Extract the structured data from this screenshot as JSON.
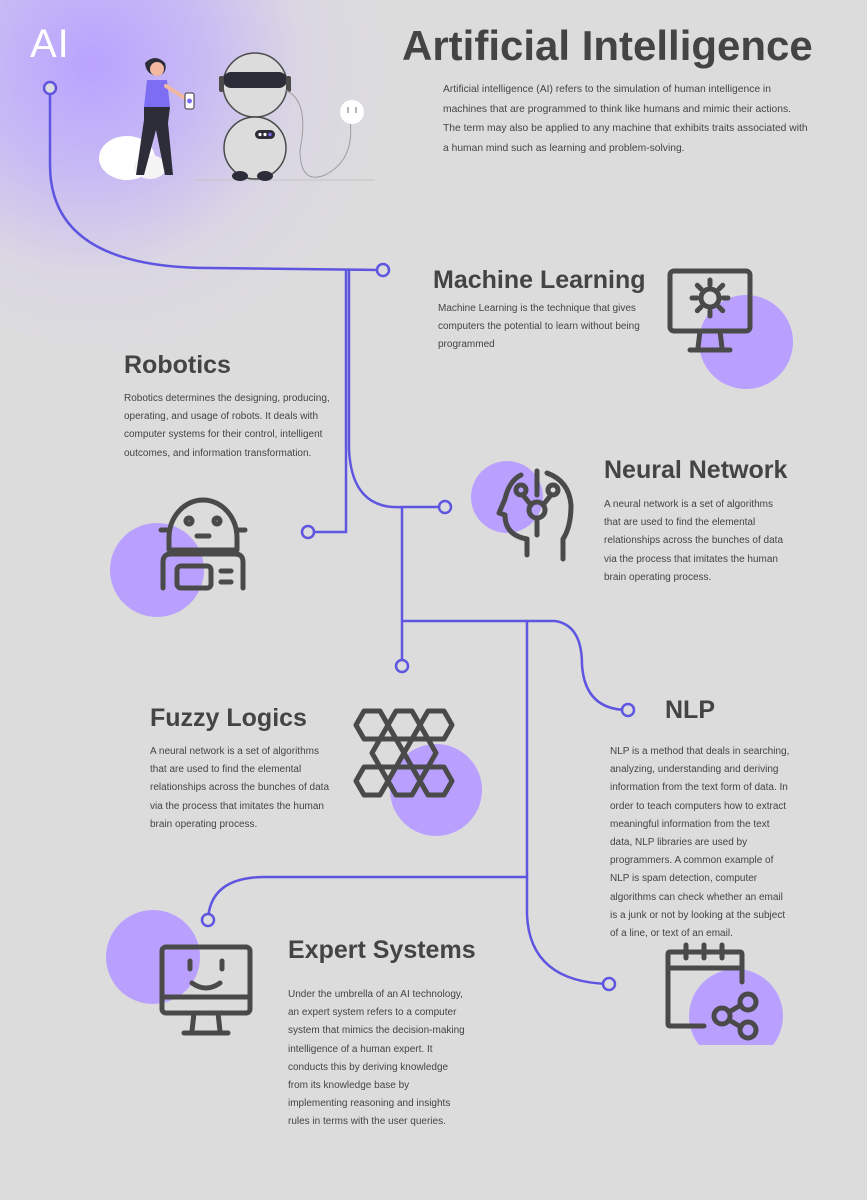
{
  "header": {
    "logo": "AI",
    "title": "Artificial Intelligence",
    "intro": "Artificial intelligence (AI) refers to the simulation of human intelligence in machines that are programmed to think like humans and mimic their actions. The term may also be applied to any machine that exhibits traits associated with a human mind such as learning and problem-solving."
  },
  "sections": {
    "machine_learning": {
      "title": "Machine Learning",
      "text": "Machine Learning is the technique that gives computers the potential to learn without being programmed",
      "icon": "monitor-gear-icon"
    },
    "robotics": {
      "title": "Robotics",
      "text": "Robotics determines the designing, producing, operating, and usage of robots. It deals with computer systems for their control, intelligent outcomes, and information transformation.",
      "icon": "robot-icon"
    },
    "neural_network": {
      "title": "Neural Network",
      "text": "A neural network is a set of algorithms that are used to find the elemental relationships across the bunches of data via the process that imitates the human brain operating process.",
      "icon": "brain-circuit-icon"
    },
    "fuzzy_logics": {
      "title": "Fuzzy Logics",
      "text": "A neural network is a set of algorithms that are used to find the elemental relationships across the bunches of data via the process that imitates the human brain operating process.",
      "icon": "hexagon-grid-icon"
    },
    "nlp": {
      "title": "NLP",
      "text": "NLP is a method that deals in searching, analyzing, understanding and deriving information from the text form of data. In order to teach computers how to extract meaningful information from the text data, NLP libraries are used by programmers. A common example of NLP is spam detection, computer algorithms can check whether an email is a junk or not by looking at the subject of a line, or text of an email.",
      "icon": "calendar-share-icon"
    },
    "expert_systems": {
      "title": "Expert Systems",
      "text": "Under the umbrella of an AI technology, an expert system refers to a computer system that mimics the decision-making intelligence of a human expert. It conducts this by deriving knowledge from its knowledge base by implementing reasoning and insights rules in terms with the user queries.",
      "icon": "smiley-monitor-icon"
    }
  },
  "colors": {
    "line": "#5e55e0",
    "blob": "#b9a0ff",
    "icon": "#4a4a4a",
    "text": "#444444",
    "background": "#dcdcdc"
  }
}
